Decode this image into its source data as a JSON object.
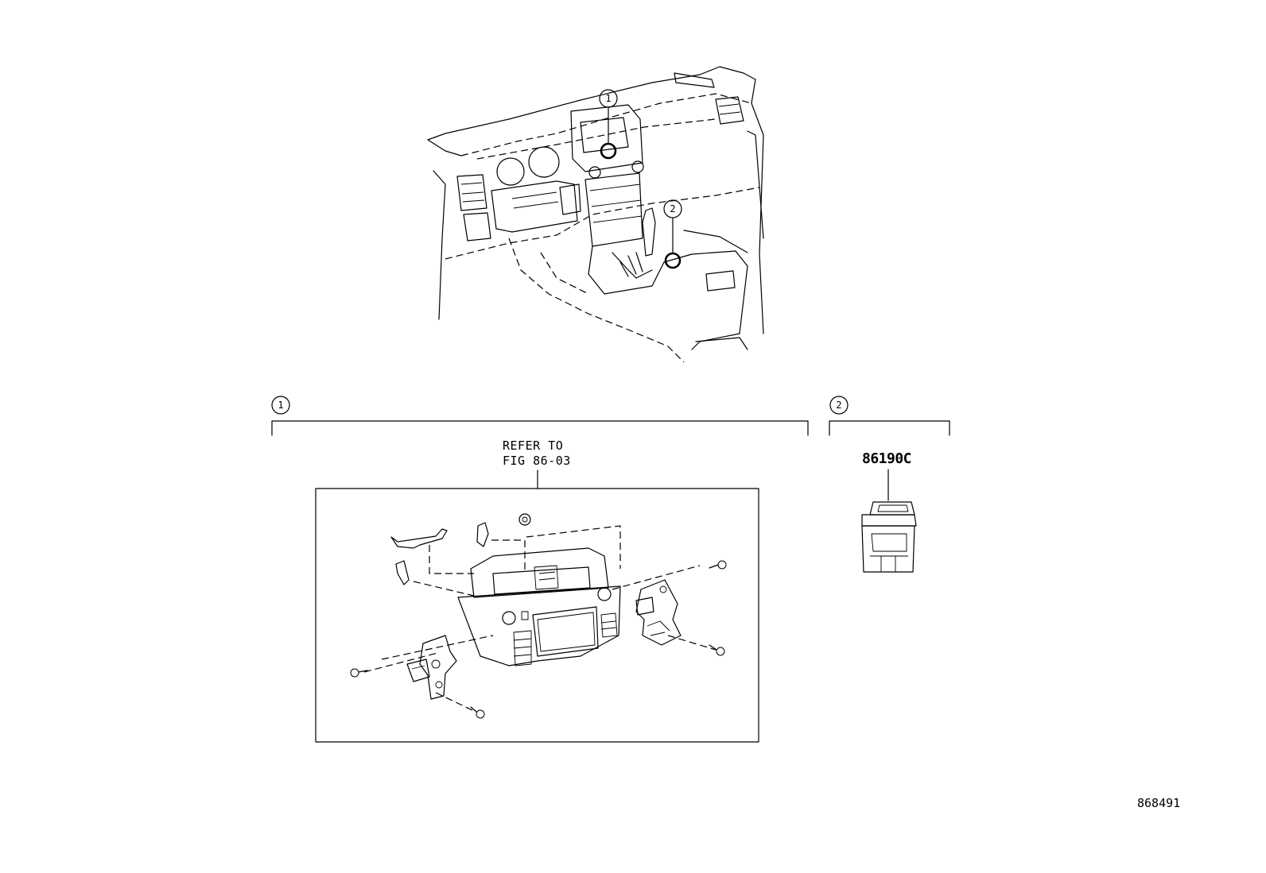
{
  "callouts": [
    {
      "number": "1"
    },
    {
      "number": "2"
    }
  ],
  "assembly": {
    "refer_line1": "REFER TO",
    "refer_line2": "FIG 86-03"
  },
  "parts": [
    {
      "callout": "2",
      "part_number": "86190C"
    }
  ],
  "figure_id": "868491"
}
